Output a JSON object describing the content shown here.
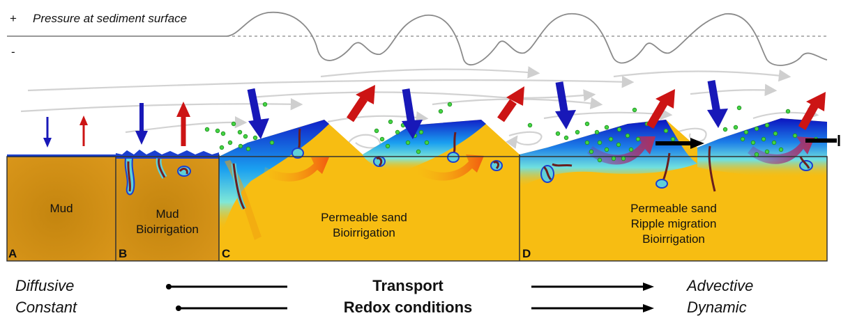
{
  "pressure": {
    "plus": "+",
    "minus": "-",
    "label": "Pressure at sediment surface"
  },
  "panels": [
    {
      "letter": "A",
      "lines": [
        "Mud"
      ]
    },
    {
      "letter": "B",
      "lines": [
        "Mud",
        "Bioirrigation"
      ]
    },
    {
      "letter": "C",
      "lines": [
        "Permeable sand",
        "Bioirrigation"
      ]
    },
    {
      "letter": "D",
      "lines": [
        "Permeable sand",
        "Ripple migration",
        "Bioirrigation"
      ]
    }
  ],
  "gradients": {
    "row1": {
      "left": "Diffusive",
      "center": "Transport",
      "right": "Advective"
    },
    "row2": {
      "left": "Constant",
      "center": "Redox conditions",
      "right": "Dynamic"
    }
  },
  "colors": {
    "mud": "#c98a12",
    "sand": "#f7bd12",
    "oxic": "#1a2fd0",
    "inflow_arrow": "#1818b8",
    "outflow_arrow": "#cc1414",
    "flow_lines": "#cfcfcf",
    "particles": "#44d444",
    "pressure_curve": "#8a8a8a"
  }
}
